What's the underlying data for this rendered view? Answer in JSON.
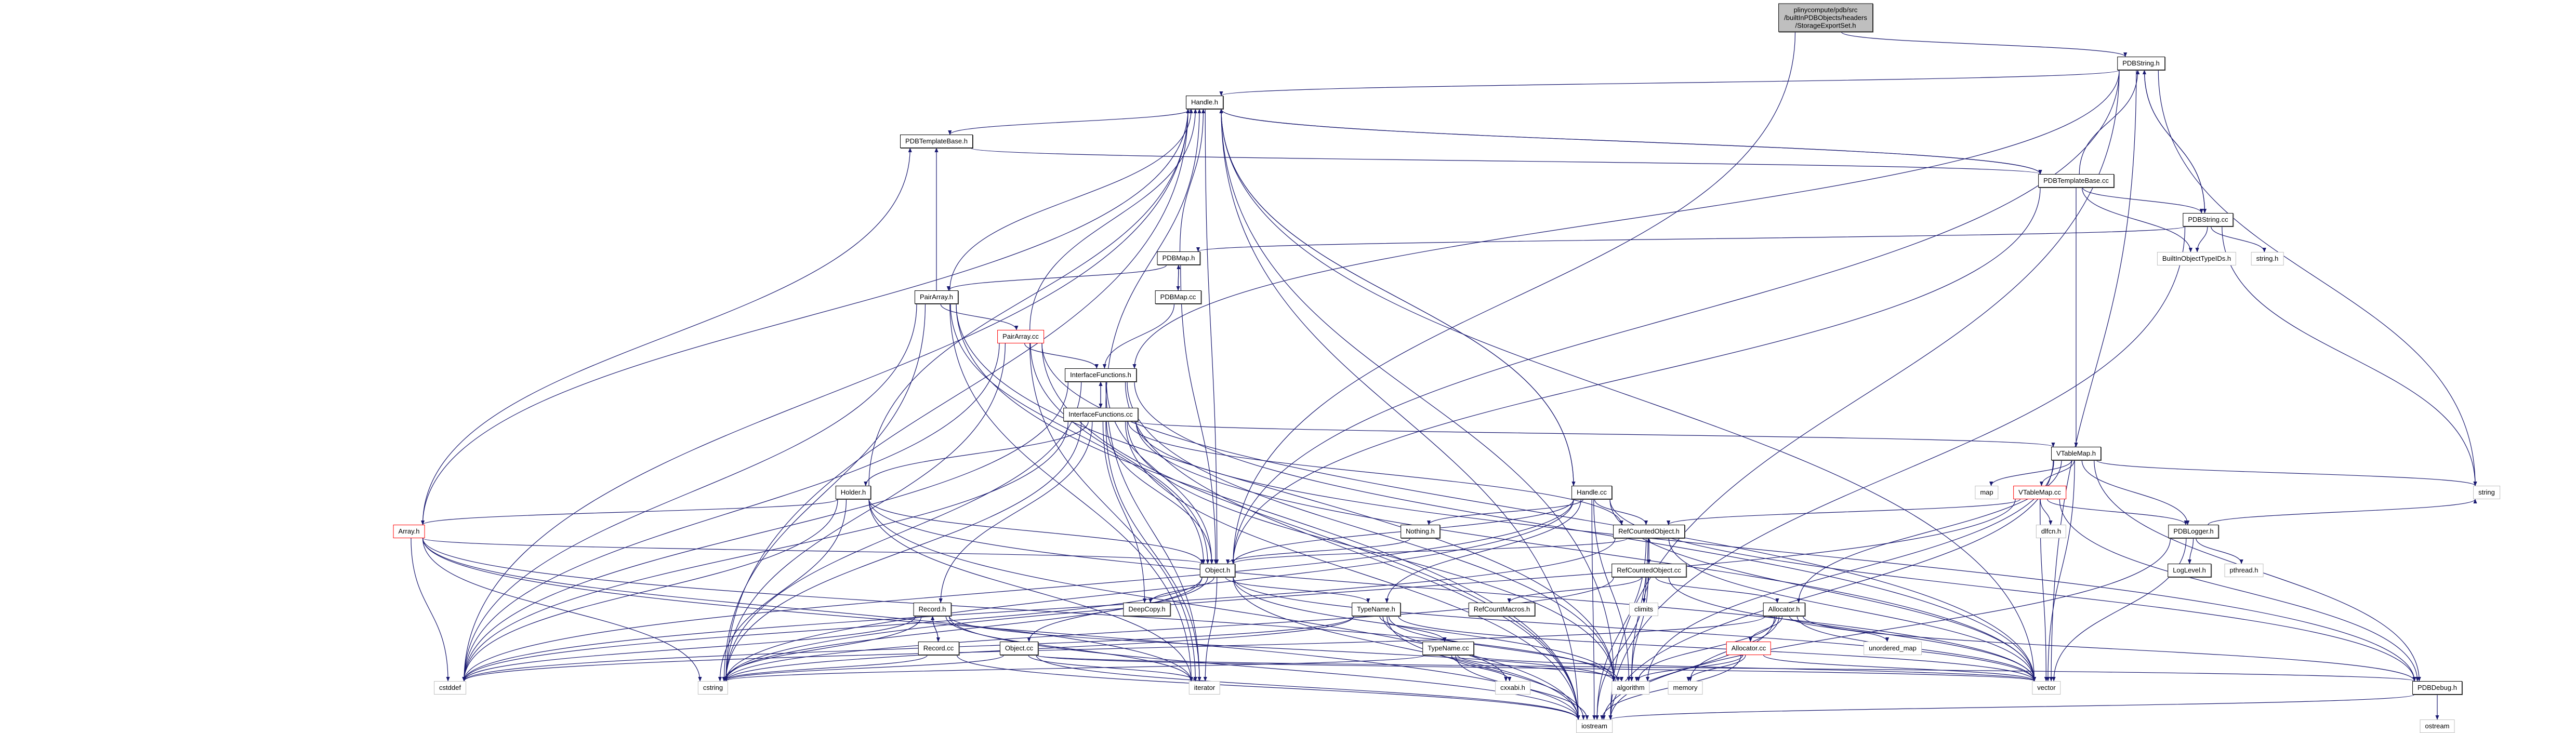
{
  "graph": {
    "root": {
      "id": "root",
      "lines": [
        "plinycompute/pdb/src",
        "/builtInPDBObjects/headers",
        "/StorageExportSet.h"
      ]
    },
    "colors": {
      "edge": "#191970",
      "root_fill": "#bfbfbf",
      "external_border": "#bfbfbf",
      "incomplete_border": "#ff0000"
    },
    "nodes": [
      {
        "id": "PDBString.h",
        "label": "PDBString.h",
        "kind": "doc"
      },
      {
        "id": "Handle.h",
        "label": "Handle.h",
        "kind": "doc"
      },
      {
        "id": "PDBTemplateBase.h",
        "label": "PDBTemplateBase.h",
        "kind": "doc"
      },
      {
        "id": "PDBTemplateBase.cc",
        "label": "PDBTemplateBase.cc",
        "kind": "doc"
      },
      {
        "id": "PDBString.cc",
        "label": "PDBString.cc",
        "kind": "doc"
      },
      {
        "id": "BuiltInObjectTypeIDs.h",
        "label": "BuiltInObjectTypeIDs.h",
        "kind": "ext"
      },
      {
        "id": "string.h",
        "label": "string.h",
        "kind": "ext"
      },
      {
        "id": "PDBMap.h",
        "label": "PDBMap.h",
        "kind": "doc"
      },
      {
        "id": "PDBMap.cc",
        "label": "PDBMap.cc",
        "kind": "doc"
      },
      {
        "id": "PairArray.h",
        "label": "PairArray.h",
        "kind": "doc"
      },
      {
        "id": "PairArray.cc",
        "label": "PairArray.cc",
        "kind": "red"
      },
      {
        "id": "InterfaceFunctions.h",
        "label": "InterfaceFunctions.h",
        "kind": "doc"
      },
      {
        "id": "InterfaceFunctions.cc",
        "label": "InterfaceFunctions.cc",
        "kind": "doc"
      },
      {
        "id": "VTableMap.h",
        "label": "VTableMap.h",
        "kind": "doc"
      },
      {
        "id": "map",
        "label": "map",
        "kind": "ext"
      },
      {
        "id": "VTableMap.cc",
        "label": "VTableMap.cc",
        "kind": "red"
      },
      {
        "id": "string",
        "label": "string",
        "kind": "ext"
      },
      {
        "id": "Holder.h",
        "label": "Holder.h",
        "kind": "doc"
      },
      {
        "id": "Handle.cc",
        "label": "Handle.cc",
        "kind": "doc"
      },
      {
        "id": "Array.h",
        "label": "Array.h",
        "kind": "red"
      },
      {
        "id": "Nothing.h",
        "label": "Nothing.h",
        "kind": "doc"
      },
      {
        "id": "RefCountedObject.h",
        "label": "RefCountedObject.h",
        "kind": "doc"
      },
      {
        "id": "dlfcn.h",
        "label": "dlfcn.h",
        "kind": "ext"
      },
      {
        "id": "PDBLogger.h",
        "label": "PDBLogger.h",
        "kind": "doc"
      },
      {
        "id": "Object.h",
        "label": "Object.h",
        "kind": "doc"
      },
      {
        "id": "RefCountedObject.cc",
        "label": "RefCountedObject.cc",
        "kind": "doc"
      },
      {
        "id": "LogLevel.h",
        "label": "LogLevel.h",
        "kind": "doc"
      },
      {
        "id": "pthread.h",
        "label": "pthread.h",
        "kind": "ext"
      },
      {
        "id": "Record.h",
        "label": "Record.h",
        "kind": "doc"
      },
      {
        "id": "DeepCopy.h",
        "label": "DeepCopy.h",
        "kind": "doc"
      },
      {
        "id": "TypeName.h",
        "label": "TypeName.h",
        "kind": "doc"
      },
      {
        "id": "RefCountMacros.h",
        "label": "RefCountMacros.h",
        "kind": "doc"
      },
      {
        "id": "climits",
        "label": "climits",
        "kind": "ext"
      },
      {
        "id": "Allocator.h",
        "label": "Allocator.h",
        "kind": "doc"
      },
      {
        "id": "Record.cc",
        "label": "Record.cc",
        "kind": "doc"
      },
      {
        "id": "Object.cc",
        "label": "Object.cc",
        "kind": "doc"
      },
      {
        "id": "TypeName.cc",
        "label": "TypeName.cc",
        "kind": "doc"
      },
      {
        "id": "Allocator.cc",
        "label": "Allocator.cc",
        "kind": "red"
      },
      {
        "id": "unordered_map",
        "label": "unordered_map",
        "kind": "ext"
      },
      {
        "id": "cstddef",
        "label": "cstddef",
        "kind": "ext"
      },
      {
        "id": "cstring",
        "label": "cstring",
        "kind": "ext"
      },
      {
        "id": "iterator",
        "label": "iterator",
        "kind": "ext"
      },
      {
        "id": "cxxabi.h",
        "label": "cxxabi.h",
        "kind": "ext"
      },
      {
        "id": "algorithm",
        "label": "algorithm",
        "kind": "ext"
      },
      {
        "id": "memory",
        "label": "memory",
        "kind": "ext"
      },
      {
        "id": "vector",
        "label": "vector",
        "kind": "ext"
      },
      {
        "id": "PDBDebug.h",
        "label": "PDBDebug.h",
        "kind": "doc"
      },
      {
        "id": "iostream",
        "label": "iostream",
        "kind": "ext"
      },
      {
        "id": "ostream",
        "label": "ostream",
        "kind": "ext"
      }
    ],
    "edges": [
      [
        "root",
        "PDBString.h"
      ],
      [
        "root",
        "Object.h"
      ],
      [
        "PDBString.h",
        "Handle.h"
      ],
      [
        "PDBString.h",
        "InterfaceFunctions.h"
      ],
      [
        "PDBString.h",
        "Object.h"
      ],
      [
        "PDBString.h",
        "PDBString.cc"
      ],
      [
        "PDBString.h",
        "string"
      ],
      [
        "PDBString.h",
        "iostream"
      ],
      [
        "PDBString.h",
        "vector"
      ],
      [
        "PDBString.cc",
        "PDBString.h"
      ],
      [
        "PDBString.cc",
        "BuiltInObjectTypeIDs.h"
      ],
      [
        "PDBString.cc",
        "string.h"
      ],
      [
        "PDBString.cc",
        "string"
      ],
      [
        "PDBString.cc",
        "iostream"
      ],
      [
        "PDBString.cc",
        "PDBMap.h"
      ],
      [
        "PDBTemplateBase.cc",
        "PDBString.h"
      ],
      [
        "PDBTemplateBase.cc",
        "PDBString.cc"
      ],
      [
        "PDBTemplateBase.cc",
        "BuiltInObjectTypeIDs.h"
      ],
      [
        "PDBTemplateBase.cc",
        "VTableMap.h"
      ],
      [
        "PDBTemplateBase.cc",
        "Object.h"
      ],
      [
        "PDBTemplateBase.cc",
        "Handle.h"
      ],
      [
        "Handle.h",
        "PDBTemplateBase.h"
      ],
      [
        "Handle.h",
        "Object.h"
      ],
      [
        "Handle.h",
        "Handle.cc"
      ],
      [
        "Handle.h",
        "iostream"
      ],
      [
        "Handle.h",
        "cstddef"
      ],
      [
        "Handle.h",
        "vector"
      ],
      [
        "Handle.h",
        "algorithm"
      ],
      [
        "Handle.h",
        "cstring"
      ],
      [
        "Handle.h",
        "PDBTemplateBase.cc"
      ],
      [
        "PDBTemplateBase.h",
        "PDBTemplateBase.cc"
      ],
      [
        "PairArray.h",
        "PDBTemplateBase.h"
      ],
      [
        "PairArray.h",
        "Handle.h"
      ],
      [
        "PairArray.h",
        "Object.h"
      ],
      [
        "PairArray.h",
        "PairArray.cc"
      ],
      [
        "PairArray.h",
        "cstddef"
      ],
      [
        "PairArray.h",
        "cstring"
      ],
      [
        "PairArray.h",
        "iterator"
      ],
      [
        "PairArray.h",
        "iostream"
      ],
      [
        "PairArray.h",
        "algorithm"
      ],
      [
        "PairArray.cc",
        "Handle.h"
      ],
      [
        "PairArray.cc",
        "InterfaceFunctions.h"
      ],
      [
        "PairArray.cc",
        "Object.h"
      ],
      [
        "PairArray.cc",
        "cstddef"
      ],
      [
        "PairArray.cc",
        "cstring"
      ],
      [
        "PairArray.cc",
        "iostream"
      ],
      [
        "PairArray.cc",
        "iterator"
      ],
      [
        "PairArray.cc",
        "vector"
      ],
      [
        "PDBMap.h",
        "Handle.h"
      ],
      [
        "PDBMap.h",
        "PairArray.h"
      ],
      [
        "PDBMap.h",
        "PDBMap.cc"
      ],
      [
        "PDBMap.h",
        "Object.h"
      ],
      [
        "PDBMap.cc",
        "PDBMap.h"
      ],
      [
        "PDBMap.cc",
        "InterfaceFunctions.h"
      ],
      [
        "InterfaceFunctions.h",
        "InterfaceFunctions.cc"
      ],
      [
        "InterfaceFunctions.h",
        "Object.h"
      ],
      [
        "InterfaceFunctions.h",
        "iostream"
      ],
      [
        "InterfaceFunctions.h",
        "cstddef"
      ],
      [
        "InterfaceFunctions.h",
        "cstring"
      ],
      [
        "InterfaceFunctions.h",
        "vector"
      ],
      [
        "InterfaceFunctions.h",
        "algorithm"
      ],
      [
        "InterfaceFunctions.h",
        "iterator"
      ],
      [
        "InterfaceFunctions.cc",
        "InterfaceFunctions.h"
      ],
      [
        "InterfaceFunctions.cc",
        "Handle.h"
      ],
      [
        "InterfaceFunctions.cc",
        "Holder.h"
      ],
      [
        "InterfaceFunctions.cc",
        "Record.h"
      ],
      [
        "InterfaceFunctions.cc",
        "DeepCopy.h"
      ],
      [
        "InterfaceFunctions.cc",
        "Object.h"
      ],
      [
        "InterfaceFunctions.cc",
        "RefCountedObject.h"
      ],
      [
        "InterfaceFunctions.cc",
        "VTableMap.h"
      ],
      [
        "InterfaceFunctions.cc",
        "iostream"
      ],
      [
        "InterfaceFunctions.cc",
        "cstring"
      ],
      [
        "InterfaceFunctions.cc",
        "iterator"
      ],
      [
        "InterfaceFunctions.cc",
        "algorithm"
      ],
      [
        "InterfaceFunctions.cc",
        "cstddef"
      ],
      [
        "InterfaceFunctions.cc",
        "vector"
      ],
      [
        "InterfaceFunctions.cc",
        "PDBDebug.h"
      ],
      [
        "Holder.h",
        "Handle.h"
      ],
      [
        "Holder.h",
        "Array.h"
      ],
      [
        "Holder.h",
        "Object.h"
      ],
      [
        "Holder.h",
        "cstddef"
      ],
      [
        "Holder.h",
        "cstring"
      ],
      [
        "Holder.h",
        "iostream"
      ],
      [
        "Holder.h",
        "iterator"
      ],
      [
        "Holder.h",
        "vector"
      ],
      [
        "Array.h",
        "Handle.h"
      ],
      [
        "Array.h",
        "PDBTemplateBase.h"
      ],
      [
        "Array.h",
        "Object.h"
      ],
      [
        "Array.h",
        "cstddef"
      ],
      [
        "Array.h",
        "cstring"
      ],
      [
        "Array.h",
        "iostream"
      ],
      [
        "Array.h",
        "iterator"
      ],
      [
        "Array.h",
        "algorithm"
      ],
      [
        "Object.h",
        "DeepCopy.h"
      ],
      [
        "Object.h",
        "Object.cc"
      ],
      [
        "Object.h",
        "TypeName.h"
      ],
      [
        "Object.h",
        "iterator"
      ],
      [
        "Object.h",
        "cstddef"
      ],
      [
        "Object.h",
        "cstring"
      ],
      [
        "Object.h",
        "vector"
      ],
      [
        "Object.h",
        "iostream"
      ],
      [
        "Object.h",
        "algorithm"
      ],
      [
        "Object.cc",
        "cstring"
      ],
      [
        "Object.cc",
        "iterator"
      ],
      [
        "Object.cc",
        "vector"
      ],
      [
        "Object.cc",
        "iostream"
      ],
      [
        "Object.cc",
        "PDBDebug.h"
      ],
      [
        "Record.h",
        "Record.cc"
      ],
      [
        "Record.h",
        "cstddef"
      ],
      [
        "Record.h",
        "cstring"
      ],
      [
        "Record.h",
        "iostream"
      ],
      [
        "Record.h",
        "iterator"
      ],
      [
        "Record.h",
        "algorithm"
      ],
      [
        "Record.cc",
        "Record.h"
      ],
      [
        "Record.cc",
        "cstring"
      ],
      [
        "Record.cc",
        "iostream"
      ],
      [
        "Handle.cc",
        "Handle.h"
      ],
      [
        "Handle.cc",
        "Nothing.h"
      ],
      [
        "Handle.cc",
        "RefCountedObject.h"
      ],
      [
        "Handle.cc",
        "TypeName.h"
      ],
      [
        "Handle.cc",
        "Object.h"
      ],
      [
        "Handle.cc",
        "cstddef"
      ],
      [
        "Handle.cc",
        "cstring"
      ],
      [
        "Handle.cc",
        "algorithm"
      ],
      [
        "Handle.cc",
        "iostream"
      ],
      [
        "Handle.cc",
        "vector"
      ],
      [
        "Handle.cc",
        "PDBDebug.h"
      ],
      [
        "RefCountedObject.h",
        "RefCountedObject.cc"
      ],
      [
        "RefCountedObject.h",
        "Object.h"
      ],
      [
        "RefCountedObject.h",
        "algorithm"
      ],
      [
        "RefCountedObject.h",
        "vector"
      ],
      [
        "RefCountedObject.h",
        "iostream"
      ],
      [
        "RefCountedObject.h",
        "cstddef"
      ],
      [
        "RefCountedObject.cc",
        "RefCountedObject.h"
      ],
      [
        "RefCountedObject.cc",
        "climits"
      ],
      [
        "RefCountedObject.cc",
        "RefCountMacros.h"
      ],
      [
        "RefCountedObject.cc",
        "Allocator.h"
      ],
      [
        "RefCountedObject.cc",
        "algorithm"
      ],
      [
        "RefCountedObject.cc",
        "iostream"
      ],
      [
        "RefCountedObject.cc",
        "vector"
      ],
      [
        "RefCountedObject.cc",
        "cstring"
      ],
      [
        "Nothing.h",
        "Object.h"
      ],
      [
        "TypeName.h",
        "TypeName.cc"
      ],
      [
        "TypeName.h",
        "cxxabi.h"
      ],
      [
        "TypeName.h",
        "algorithm"
      ],
      [
        "TypeName.h",
        "iostream"
      ],
      [
        "TypeName.h",
        "cstring"
      ],
      [
        "TypeName.h",
        "cstddef"
      ],
      [
        "TypeName.h",
        "vector"
      ],
      [
        "TypeName.cc",
        "cxxabi.h"
      ],
      [
        "TypeName.cc",
        "algorithm"
      ],
      [
        "TypeName.cc",
        "iostream"
      ],
      [
        "TypeName.cc",
        "cstring"
      ],
      [
        "TypeName.cc",
        "vector"
      ],
      [
        "Allocator.h",
        "Allocator.cc"
      ],
      [
        "Allocator.h",
        "unordered_map"
      ],
      [
        "Allocator.h",
        "vector"
      ],
      [
        "Allocator.h",
        "algorithm"
      ],
      [
        "Allocator.h",
        "iostream"
      ],
      [
        "Allocator.h",
        "cstddef"
      ],
      [
        "Allocator.h",
        "memory"
      ],
      [
        "Allocator.h",
        "PDBDebug.h"
      ],
      [
        "Allocator.cc",
        "algorithm"
      ],
      [
        "Allocator.cc",
        "memory"
      ],
      [
        "Allocator.cc",
        "iostream"
      ],
      [
        "Allocator.cc",
        "vector"
      ],
      [
        "VTableMap.h",
        "map"
      ],
      [
        "VTableMap.h",
        "VTableMap.cc"
      ],
      [
        "VTableMap.h",
        "PDBLogger.h"
      ],
      [
        "VTableMap.h",
        "string"
      ],
      [
        "VTableMap.h",
        "vector"
      ],
      [
        "VTableMap.h",
        "Allocator.h"
      ],
      [
        "VTableMap.h",
        "algorithm"
      ],
      [
        "VTableMap.h",
        "iostream"
      ],
      [
        "VTableMap.h",
        "PDBDebug.h"
      ],
      [
        "VTableMap.cc",
        "dlfcn.h"
      ],
      [
        "VTableMap.cc",
        "PDBLogger.h"
      ],
      [
        "VTableMap.cc",
        "RefCountedObject.h"
      ],
      [
        "VTableMap.cc",
        "cstring"
      ],
      [
        "VTableMap.cc",
        "vector"
      ],
      [
        "VTableMap.cc",
        "PDBDebug.h"
      ],
      [
        "PDBLogger.h",
        "LogLevel.h"
      ],
      [
        "PDBLogger.h",
        "pthread.h"
      ],
      [
        "PDBLogger.h",
        "iostream"
      ],
      [
        "PDBLogger.h",
        "vector"
      ],
      [
        "PDBLogger.h",
        "string"
      ],
      [
        "PDBDebug.h",
        "ostream"
      ],
      [
        "PDBDebug.h",
        "iostream"
      ]
    ]
  }
}
